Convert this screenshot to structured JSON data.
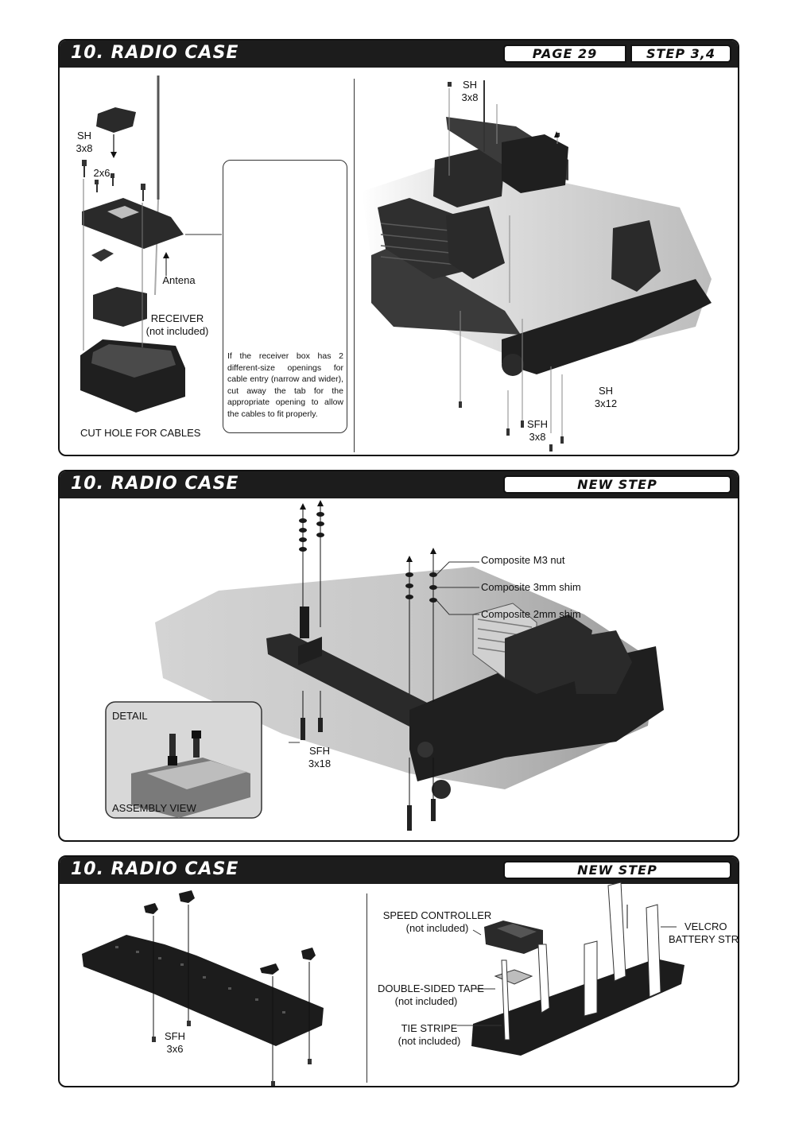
{
  "panel1": {
    "title": "10. RADIO CASE",
    "page_tag": "PAGE 29",
    "step_tag": "STEP 3,4",
    "labels": {
      "sh_a": "SH",
      "sh_a_size": "3x8",
      "two_x_six": "2x6",
      "antena": "Antena",
      "receiver": "RECEIVER",
      "receiver_note": "(not included)",
      "cut_hole": "CUT HOLE FOR CABLES",
      "sh_b": "SH",
      "sh_b_size": "3x8",
      "sh_c": "SH",
      "sh_c_size": "3x12",
      "sfh": "SFH",
      "sfh_size": "3x8"
    },
    "note_text": "If the receiver box has 2 different-size openings for cable entry (narrow and wider), cut away the tab for the appropriate opening to allow the cables to fit properly."
  },
  "panel2": {
    "title": "10. RADIO CASE",
    "step_tag": "NEW STEP",
    "labels": {
      "nut": "Composite M3 nut",
      "shim3": "Composite 3mm shim",
      "shim2": "Composite 2mm shim",
      "sfh": "SFH",
      "sfh_size": "3x18",
      "detail": "DETAIL",
      "assembly": "ASSEMBLY VIEW"
    }
  },
  "panel3": {
    "title": "10. RADIO CASE",
    "step_tag": "NEW STEP",
    "labels": {
      "sfh": "SFH",
      "sfh_size": "3x6",
      "speed_controller": "SPEED CONTROLLER",
      "speed_controller_note": "(not included)",
      "tape": "DOUBLE-SIDED TAPE",
      "tape_note": "(not included)",
      "tie": "TIE STRIPE",
      "tie_note": "(not included)",
      "velcro": "VELCRO",
      "velcro2": "BATTERY STRAP"
    }
  },
  "colors": {
    "header": "#1c1c1c",
    "part_dark": "#2a2a2a",
    "part_mid": "#6a6a6a",
    "part_light": "#d9d9d9"
  }
}
